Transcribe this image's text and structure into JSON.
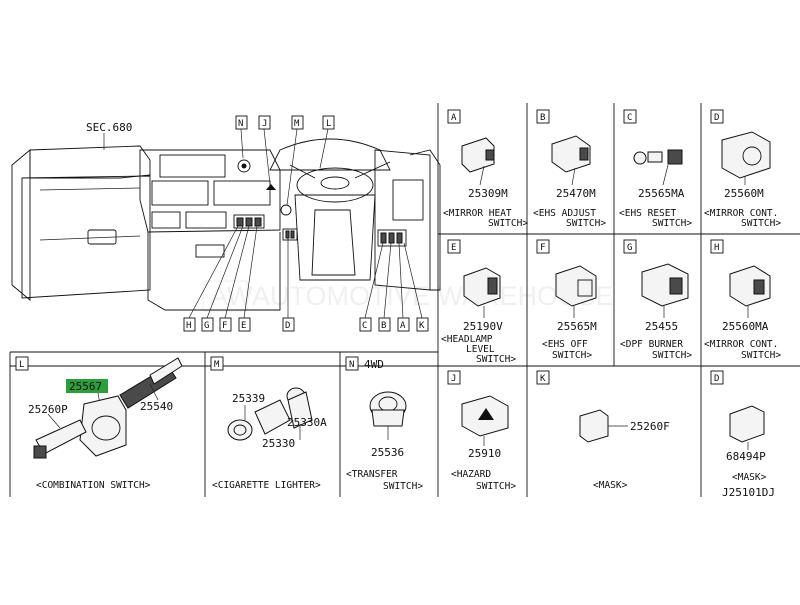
{
  "colors": {
    "line": "#111111",
    "highlight": "#2e9e3c",
    "background": "#ffffff",
    "watermark": "#f0f0f0"
  },
  "main": {
    "sec_label": "SEC.680",
    "callouts_top": [
      "N",
      "J",
      "M",
      "L"
    ],
    "callouts_bottom_left": [
      "H",
      "G",
      "F",
      "E"
    ],
    "callout_d": "D",
    "callouts_bottom_right": [
      "C",
      "B",
      "A",
      "K"
    ]
  },
  "watermark": {
    "logo": "AW",
    "text": "AUTOMOTIVE WAREHOUSE"
  },
  "panels": {
    "A": {
      "letter": "A",
      "part": "25309M",
      "caption": [
        "<MIRROR HEAT",
        "SWITCH>"
      ]
    },
    "B": {
      "letter": "B",
      "part": "25470M",
      "caption": [
        "<EHS ADJUST",
        "SWITCH>"
      ]
    },
    "C": {
      "letter": "C",
      "part": "25565MA",
      "caption": [
        "<EHS RESET",
        "SWITCH>"
      ]
    },
    "D1": {
      "letter": "D",
      "part": "25560M",
      "caption": [
        "<MIRROR CONT.",
        "SWITCH>"
      ]
    },
    "E": {
      "letter": "E",
      "part": "25190V",
      "caption": [
        "<HEADLAMP",
        "LEVEL",
        "SWITCH>"
      ]
    },
    "F": {
      "letter": "F",
      "part": "25565M",
      "caption": [
        "<EHS OFF",
        "SWITCH>"
      ]
    },
    "G": {
      "letter": "G",
      "part": "25455",
      "caption": [
        "<DPF BURNER",
        "SWITCH>"
      ]
    },
    "H": {
      "letter": "H",
      "part": "25560MA",
      "caption": [
        "<MIRROR CONT.",
        "SWITCH>"
      ]
    },
    "J": {
      "letter": "J",
      "part": "25910",
      "caption": [
        "<HAZARD",
        "SWITCH>"
      ]
    },
    "K": {
      "letter": "K",
      "part": "25260F",
      "caption": [
        "<MASK>"
      ]
    },
    "D2": {
      "letter": "D",
      "part": "68494P",
      "caption": [
        "<MASK>"
      ]
    },
    "L": {
      "letter": "L",
      "parts": [
        "25567",
        "25260P",
        "25540"
      ],
      "caption": "<COMBINATION SWITCH>"
    },
    "M": {
      "letter": "M",
      "parts": [
        "25339",
        "25330A",
        "25330"
      ],
      "caption": "<CIGARETTE LIGHTER>"
    },
    "N": {
      "letter": "N",
      "tag": "4WD",
      "part": "25536",
      "caption": [
        "<TRANSFER",
        "SWITCH>"
      ]
    }
  },
  "diagram_id": "J25101DJ"
}
